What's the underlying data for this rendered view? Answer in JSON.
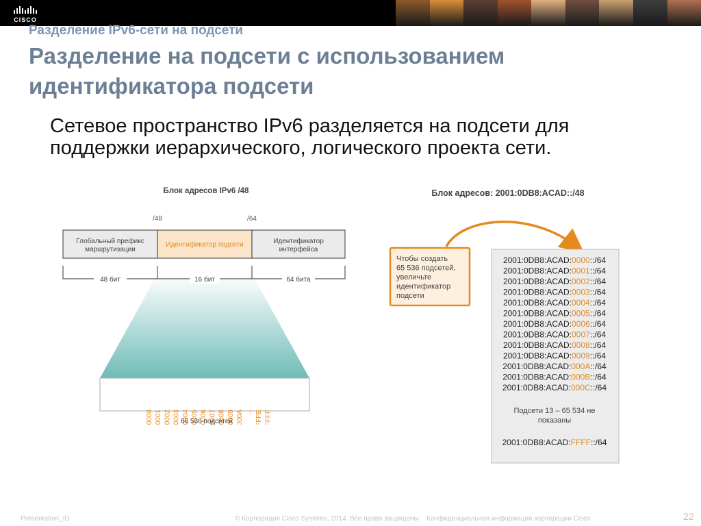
{
  "header": {
    "logo_text": "CISCO",
    "photo_colors": [
      "#8b5a2b",
      "#d98c3a",
      "#5c4033",
      "#a0522d",
      "#e0b080",
      "#705040",
      "#c8a070",
      "#3e3e3e",
      "#b07050"
    ]
  },
  "slide": {
    "subtitle": "Разделение IPv6-сети на подсети",
    "title_line1": "Разделение на подсети с использованием",
    "title_line2": "идентификатора подсети",
    "body_line1": "Сетевое пространство IPv6 разделяется на подсети для",
    "body_line2": "поддержки иерархического, логического проекта сети."
  },
  "left_diagram": {
    "caption": "Блок адресов IPv6 /48",
    "mark_48": "/48",
    "mark_64": "/64",
    "box_global_line1": "Глобальный префикс",
    "box_global_line2": "маршрутизации",
    "box_subnet": "Идентификатор подсети",
    "box_interface_line1": "Идентификатор",
    "box_interface_line2": "интерфейса",
    "bits_48": "48 бит",
    "bits_16": "16 бит",
    "bits_64": "64 бита",
    "subnet_ids": [
      "0000",
      "0001",
      "0002",
      "0003",
      "0004",
      "0005",
      "0006",
      "0007",
      "0008",
      "0009",
      "000A"
    ],
    "dots": "...",
    "subnet_ids_end": [
      "FFFE",
      "FFFF"
    ],
    "total_label": "65 536 подсетей"
  },
  "right_diagram": {
    "caption": "Блок адресов: 2001:0DB8:ACAD::/48",
    "callout_lines": [
      "Чтобы создать",
      "65 536 подсетей,",
      "увеличьте",
      "идентификатор",
      "подсети"
    ],
    "prefix": "2001:0DB8:ACAD:",
    "suffix": "::/64",
    "subnets": [
      "0000",
      "0001",
      "0002",
      "0003",
      "0004",
      "0005",
      "0006",
      "0007",
      "0008",
      "0009",
      "000A",
      "000B",
      "000C"
    ],
    "not_shown_line1": "Подсети 13 – 65 534 не",
    "not_shown_line2": "показаны",
    "last_subnet": "FFFF"
  },
  "footer": {
    "presentation_id": "Presentation_ID",
    "copyright": "© Корпорация Cisco Systems, 2014. Все права защищены.",
    "confidential": "Конфиденциальная информация корпорации Cisco",
    "page_number": "22"
  },
  "colors": {
    "orange": "#e58a1f",
    "teal": "#7ec4c0",
    "title": "#6d7f95",
    "subtitle": "#7d96b3"
  }
}
